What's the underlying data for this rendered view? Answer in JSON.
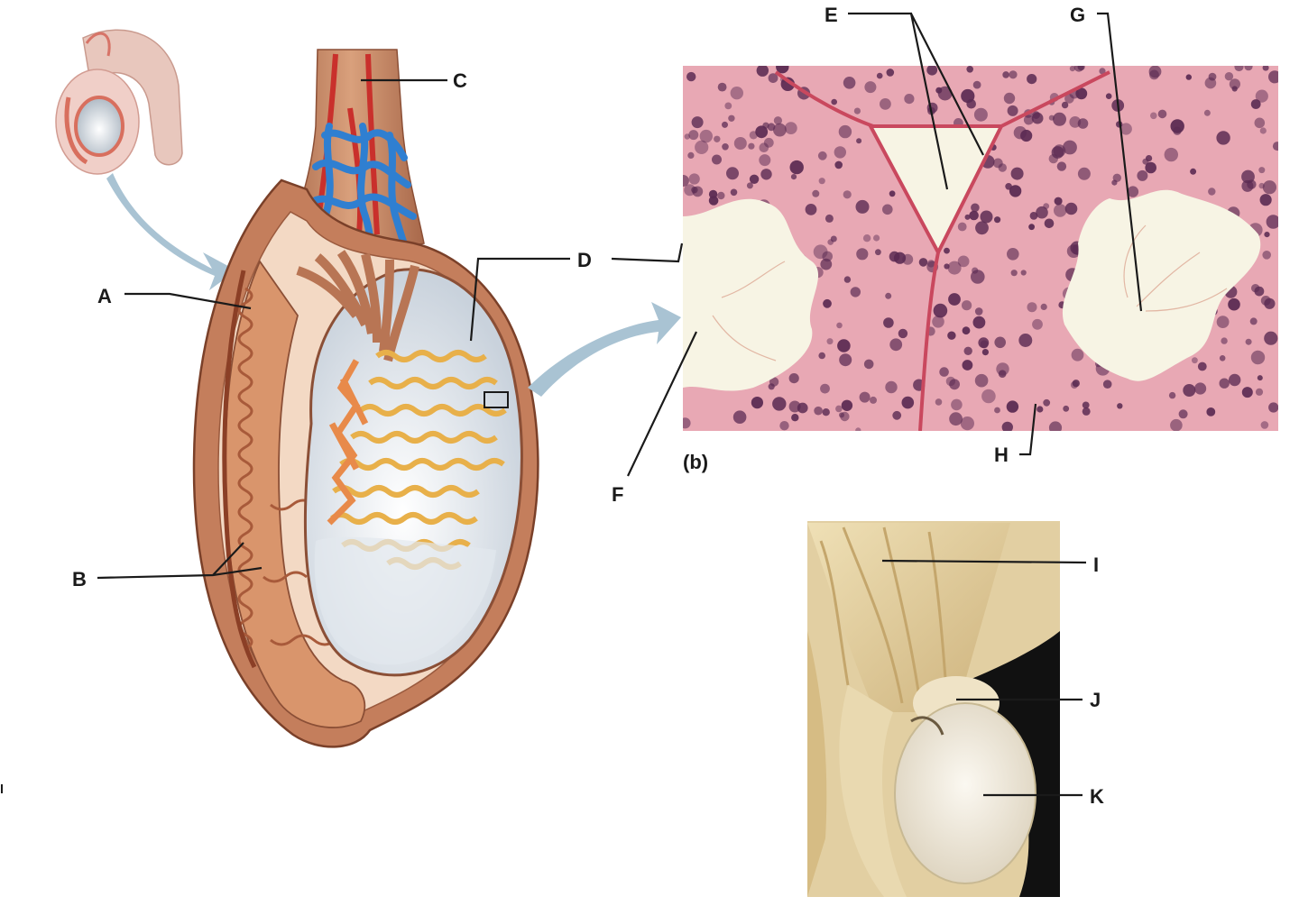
{
  "panel_label_b": "(b)",
  "labels": {
    "A": "A",
    "B": "B",
    "C": "C",
    "D": "D",
    "E": "E",
    "F": "F",
    "G": "G",
    "H": "H",
    "I": "I",
    "J": "J",
    "K": "K"
  },
  "colors": {
    "tissue_brown": "#c8825c",
    "epididymis": "#d9956c",
    "tubules": "#e8b04a",
    "veins": "#2f7fd1",
    "arteries": "#c9302c",
    "albuginea": "#d8dde4",
    "histology_pink": "#e8a8b4",
    "histology_nuclei": "#5a2a52",
    "lumen": "#f7f4e4",
    "arrow": "#a9c3d3",
    "photo_tissue": "#e6d3a4",
    "photo_testis": "#f2ece0",
    "photo_background": "#111111"
  }
}
